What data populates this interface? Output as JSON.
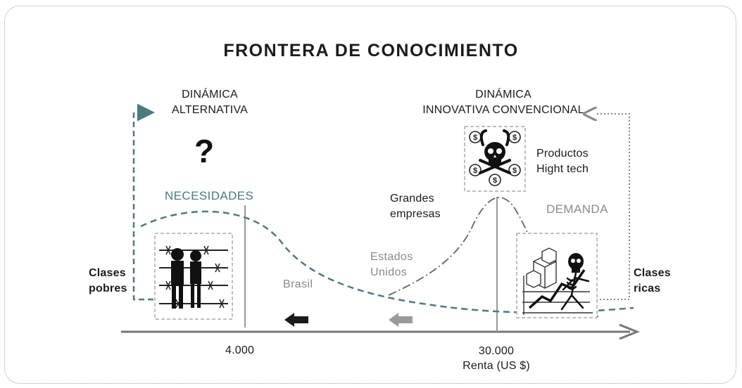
{
  "title": "FRONTERA DE CONOCIMIENTO",
  "left_dynamic": [
    "DINÁMICA",
    "ALTERNATIVA"
  ],
  "right_dynamic": [
    "DINÁMICA",
    "INNOVATIVA CONVENCIONAL"
  ],
  "question_mark": "?",
  "necesidades": "NECESIDADES",
  "demanda": "DEMANDA",
  "productos": [
    "Productos",
    "Hight tech"
  ],
  "grandes_empresas": [
    "Grandes",
    "empresas"
  ],
  "estados_unidos": [
    "Estados",
    "Unidos"
  ],
  "brasil": "Brasil",
  "clases_pobres": [
    "Clases",
    "pobres"
  ],
  "clases_ricas": [
    "Clases",
    "ricas"
  ],
  "tick_4000": "4.000",
  "tick_30000": "30.000",
  "axis_label": "Renta (US $)",
  "colors": {
    "teal": "#4a7b7e",
    "gray": "#8a8a8a",
    "dark": "#1b1b1b",
    "axis": "#777777"
  },
  "icons": {
    "poor_image": "children-behind-barbed-wire-icon",
    "rich_image": "skeleton-with-money-chart-icon",
    "hightech_image": "skull-crossbones-money-icon"
  }
}
